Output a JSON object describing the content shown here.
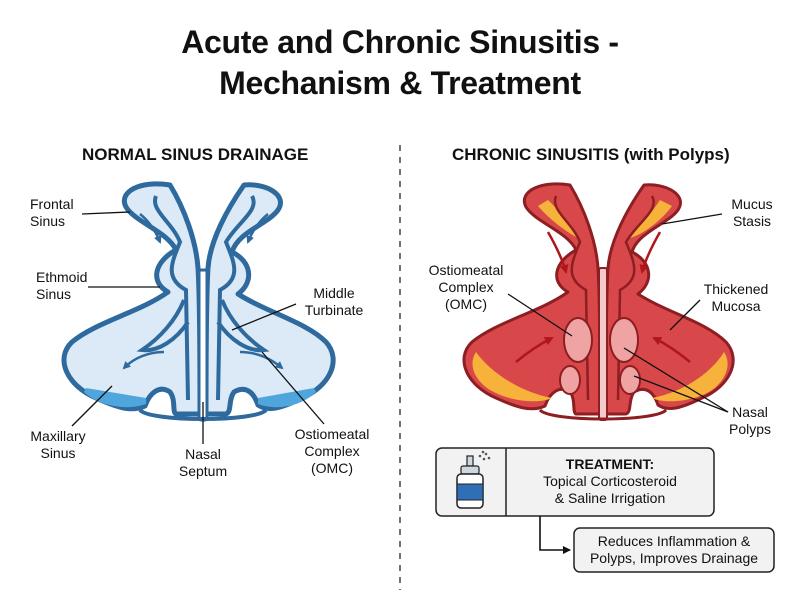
{
  "title": {
    "line1": "Acute and Chronic Sinusitis -",
    "line2": "Mechanism & Treatment"
  },
  "normal": {
    "heading": "NORMAL SINUS DRAINAGE",
    "labels": {
      "frontal": [
        "Frontal",
        "Sinus"
      ],
      "ethmoid": [
        "Ethmoid",
        "Sinus"
      ],
      "middle_turbinate": [
        "Middle",
        "Turbinate"
      ],
      "maxillary": [
        "Maxillary",
        "Sinus"
      ],
      "septum": [
        "Nasal",
        "Septum"
      ],
      "omc": [
        "Ostiomeatal",
        "Complex",
        "(OMC)"
      ]
    }
  },
  "chronic": {
    "heading": "CHRONIC SINUSITIS (with Polyps)",
    "labels": {
      "mucus": [
        "Mucus",
        "Stasis"
      ],
      "omc": [
        "Ostiomeatal",
        "Complex",
        "(OMC)"
      ],
      "mucosa": [
        "Thickened",
        "Mucosa"
      ],
      "polyps": [
        "Nasal",
        "Polyps"
      ]
    }
  },
  "treatment": {
    "heading": "TREATMENT:",
    "lines": [
      "Topical Corticosteroid",
      "& Saline Irrigation"
    ]
  },
  "outcome": {
    "lines": [
      "Reduces Inflammation &",
      "Polyps, Improves Drainage"
    ]
  },
  "colors": {
    "normal_outline": "#2f6a9e",
    "normal_fill": "#dbeaf6",
    "drainage_fluid": "#4fa6dc",
    "inflamed_red": "#d8474a",
    "inflamed_outline": "#8d1e22",
    "mucus_yellow": "#f7b23b",
    "polyp_pink": "#f0a3a3"
  },
  "icons": [
    "nasal-spray-icon",
    "drainage-arrow-icon",
    "blocked-flow-arrow-icon"
  ]
}
